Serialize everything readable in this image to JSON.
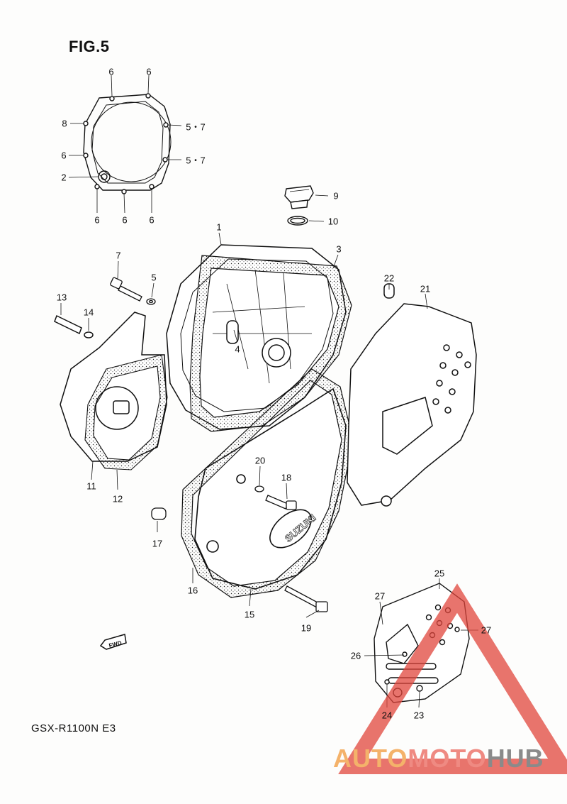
{
  "figure": {
    "title": "FIG.5",
    "model": "GSX-R1100N E3"
  },
  "direction_marker": {
    "text": "FWD",
    "icon": "fwd-arrow-icon"
  },
  "cover_logo": "SUZUKI",
  "watermark": {
    "part1": "AUTO",
    "part2": "MOTO",
    "part3": "HUB",
    "colors": {
      "triangle": "#e0463c",
      "auto": "#f4b26a",
      "moto": "#ef8a82",
      "hub": "#8a8a8a"
    }
  },
  "callouts": [
    {
      "id": "c6a",
      "label": "6"
    },
    {
      "id": "c6b",
      "label": "6"
    },
    {
      "id": "c8",
      "label": "8"
    },
    {
      "id": "c57a",
      "label": "5・7"
    },
    {
      "id": "c6c",
      "label": "6"
    },
    {
      "id": "c57b",
      "label": "5・7"
    },
    {
      "id": "c2",
      "label": "2"
    },
    {
      "id": "c6d",
      "label": "6"
    },
    {
      "id": "c6e",
      "label": "6"
    },
    {
      "id": "c6f",
      "label": "6"
    },
    {
      "id": "c9",
      "label": "9"
    },
    {
      "id": "c10",
      "label": "10"
    },
    {
      "id": "c1",
      "label": "1"
    },
    {
      "id": "c3",
      "label": "3"
    },
    {
      "id": "c7",
      "label": "7"
    },
    {
      "id": "c5",
      "label": "5"
    },
    {
      "id": "c13",
      "label": "13"
    },
    {
      "id": "c14",
      "label": "14"
    },
    {
      "id": "c4",
      "label": "4"
    },
    {
      "id": "c22",
      "label": "22"
    },
    {
      "id": "c21",
      "label": "21"
    },
    {
      "id": "c11",
      "label": "11"
    },
    {
      "id": "c12",
      "label": "12"
    },
    {
      "id": "c20",
      "label": "20"
    },
    {
      "id": "c18",
      "label": "18"
    },
    {
      "id": "c17",
      "label": "17"
    },
    {
      "id": "c16",
      "label": "16"
    },
    {
      "id": "c15",
      "label": "15"
    },
    {
      "id": "c19",
      "label": "19"
    },
    {
      "id": "c25",
      "label": "25"
    },
    {
      "id": "c27a",
      "label": "27"
    },
    {
      "id": "c27b",
      "label": "27"
    },
    {
      "id": "c26",
      "label": "26"
    },
    {
      "id": "c24",
      "label": "24"
    },
    {
      "id": "c23",
      "label": "23"
    }
  ]
}
